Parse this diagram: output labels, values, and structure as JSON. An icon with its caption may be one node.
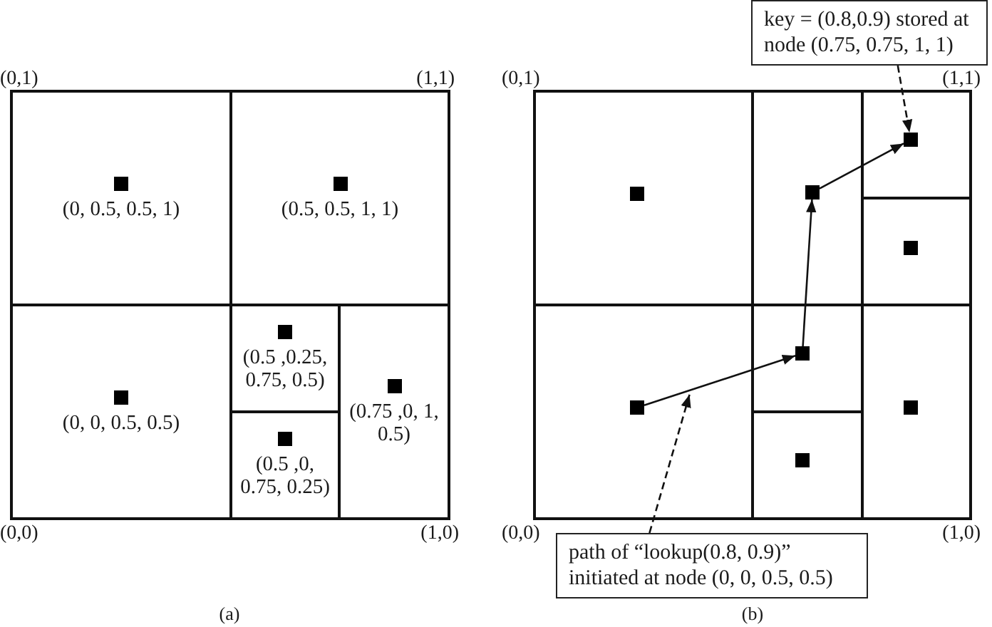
{
  "diagram": {
    "nodes": [
      {
        "text": [
          "(0, 0.5, 0.5, 1)"
        ]
      },
      {
        "text": [
          "(0.5, 0.5, 1, 1)"
        ]
      },
      {
        "text": [
          "(0, 0, 0.5, 0.5)"
        ]
      },
      {
        "text": [
          "(0.5 ,0.25, 0.75, 0.5)"
        ]
      },
      {
        "text": [
          "(0.5 ,0, 0.75, 0.25)"
        ]
      },
      {
        "text": [
          "(0.75 ,0, 1, 0.5)"
        ]
      },
      {
        "text": [
          "key = (0.8,0.9) stored at node (0.75, 0.75, 1, 1)"
        ]
      },
      {
        "text": [],
        "shape": "box"
      },
      {
        "text": [],
        "shape": "box"
      },
      {
        "text": [],
        "shape": "box"
      },
      {
        "text": [],
        "shape": "box"
      },
      {
        "text": [],
        "shape": "box"
      },
      {
        "text": [],
        "shape": "box"
      },
      {
        "text": [],
        "shape": "box"
      },
      {
        "text": [],
        "shape": "box"
      },
      {
        "text": [],
        "shape": "square",
        "in": 7
      },
      {
        "text": [],
        "shape": "square",
        "in": 8
      },
      {
        "text": [],
        "shape": "square",
        "in": 9
      },
      {
        "text": [],
        "shape": "square",
        "in": 10
      },
      {
        "text": [],
        "shape": "square",
        "in": 11
      },
      {
        "text": [],
        "shape": "square",
        "in": 12
      },
      {
        "text": [],
        "shape": "square",
        "in": 13
      },
      {
        "text": [],
        "shape": "square",
        "in": 14
      },
      {
        "text": [
          "path of “lookup(0.8, 0.9)” initiated at node (0, 0, 0.5, 0.5)"
        ]
      }
    ],
    "edges": [
      {
        "from": 19,
        "to": 20,
        "arrow": "to"
      },
      {
        "from": 20,
        "to": 16,
        "arrow": "to"
      },
      {
        "from": 16,
        "to": 17,
        "arrow": "to"
      },
      {
        "from": 6,
        "to": 17,
        "arrow": "to",
        "style": "dashed"
      },
      {
        "from": 23,
        "to": null,
        "arrow": "to",
        "style": "dashed"
      }
    ],
    "labels": [
      "(0,1)",
      "(1,1)",
      "(0,1)",
      "(1,1)",
      "(0,0)",
      "(1,0)",
      "(0,0)",
      "(1,0)",
      "(a)",
      "(b)"
    ]
  }
}
